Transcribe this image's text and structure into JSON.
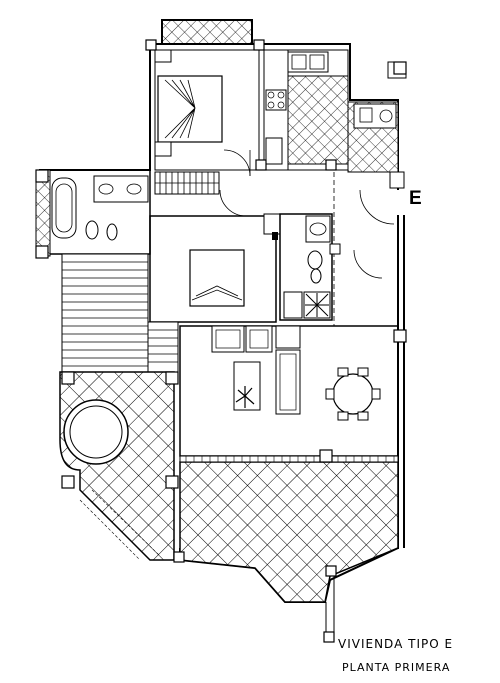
{
  "plan": {
    "entry_marker": "E",
    "title_line_1": "VIVIENDA TIPO E",
    "title_line_2": "PLANTA PRIMERA"
  }
}
